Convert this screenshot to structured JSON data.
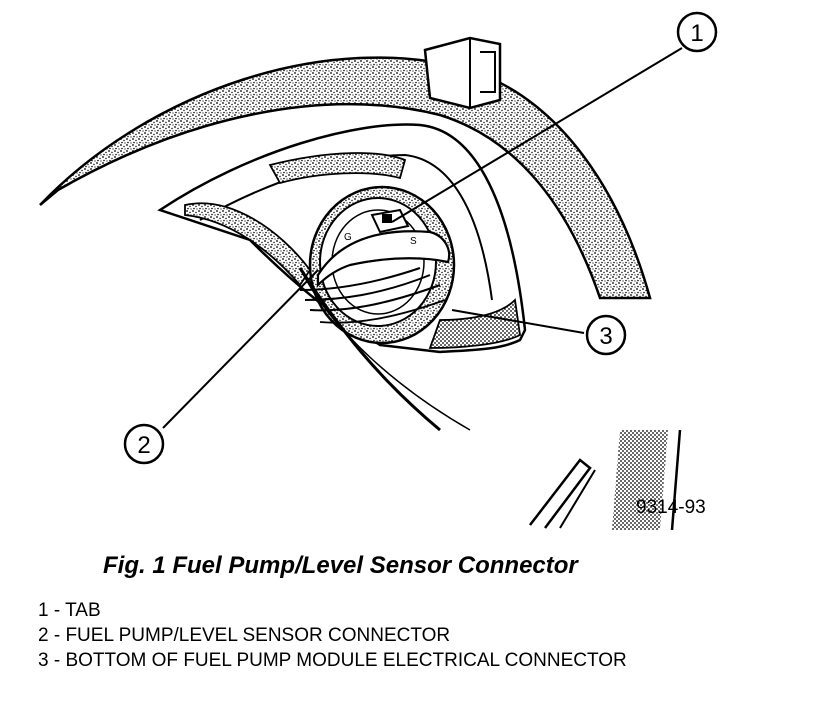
{
  "figure": {
    "reference_code": "9314-93",
    "callouts": [
      {
        "number": "1",
        "label": "TAB"
      },
      {
        "number": "2",
        "label": "FUEL PUMP/LEVEL SENSOR CONNECTOR"
      },
      {
        "number": "3",
        "label": "BOTTOM OF FUEL PUMP MODULE ELECTRICAL CONNECTOR"
      }
    ],
    "inset_letters": [
      "G",
      "S"
    ]
  },
  "caption": "Fig. 1 Fuel Pump/Level Sensor Connector",
  "legend": [
    "1 - TAB",
    "2 - FUEL PUMP/LEVEL SENSOR CONNECTOR",
    "3 - BOTTOM OF FUEL PUMP MODULE ELECTRICAL CONNECTOR"
  ]
}
